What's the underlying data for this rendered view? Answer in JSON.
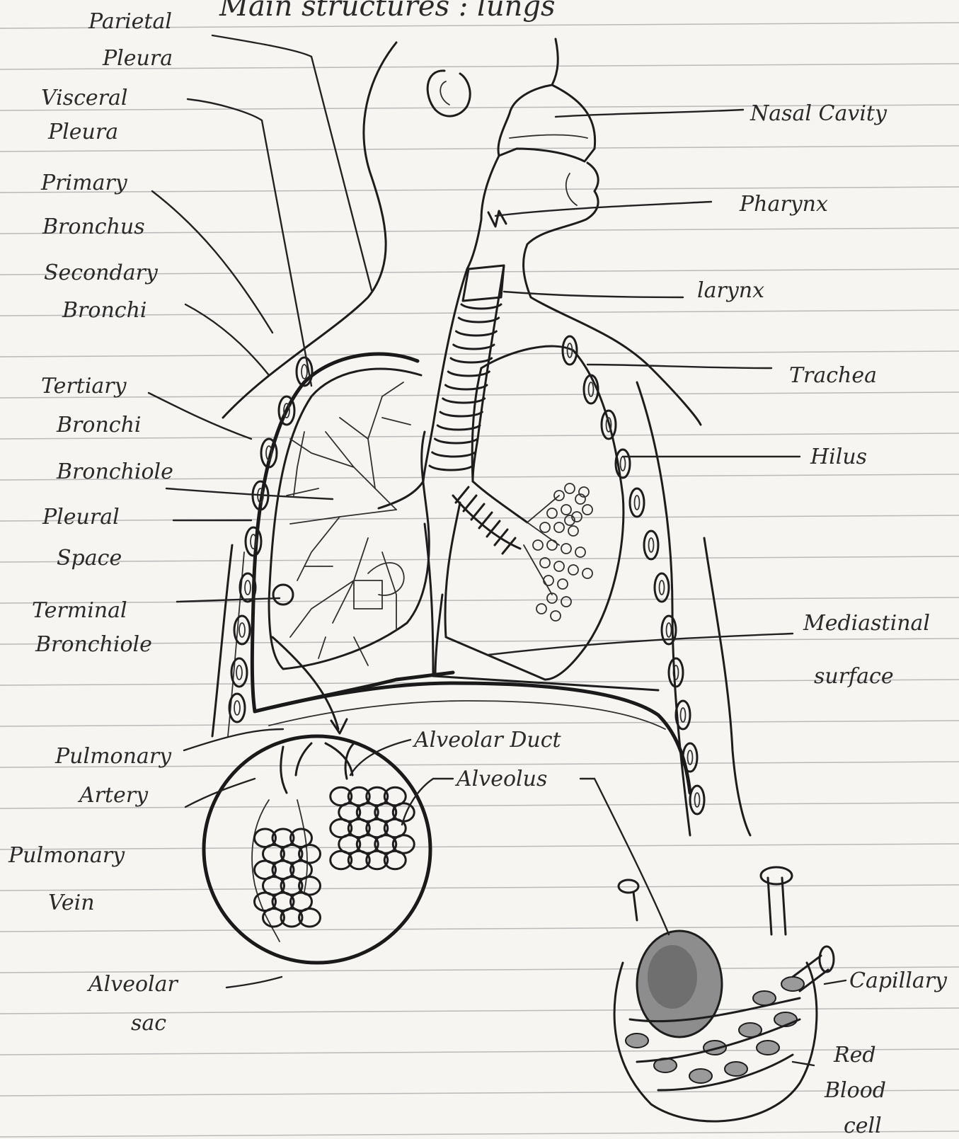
{
  "title": "Main structures : lungs",
  "labels": {
    "parietal_pleura": [
      "Parietal",
      "Pleura"
    ],
    "visceral_pleura": [
      "Visceral",
      "Pleura"
    ],
    "primary_bronchus": [
      "Primary",
      "Bronchus"
    ],
    "secondary_bronchi": [
      "Secondary",
      "Bronchi"
    ],
    "tertiary_bronchi": [
      "Tertiary",
      "Bronchi"
    ],
    "bronchiole": [
      "Bronchiole"
    ],
    "pleural_space": [
      "Pleural",
      "Space"
    ],
    "terminal_bronchiole": [
      "Terminal",
      "Bronchiole"
    ],
    "pulmonary_artery": [
      "Pulmonary",
      "Artery"
    ],
    "pulmonary_vein": [
      "Pulmonary",
      "Vein"
    ],
    "alveolar_sac": [
      "Alveolar",
      "sac"
    ],
    "nasal_cavity": [
      "Nasal Cavity"
    ],
    "pharynx": [
      "Pharynx"
    ],
    "larynx": [
      "larynx"
    ],
    "trachea": [
      "Trachea"
    ],
    "hilus": [
      "Hilus"
    ],
    "mediastinal_surface": [
      "Mediastinal",
      "surface"
    ],
    "alveolar_duct": [
      "Alveolar Duct"
    ],
    "alveolus": [
      "Alveolus"
    ],
    "capillary": [
      "Capillary"
    ],
    "red_blood_cell": [
      "Red",
      "Blood",
      "cell"
    ]
  }
}
